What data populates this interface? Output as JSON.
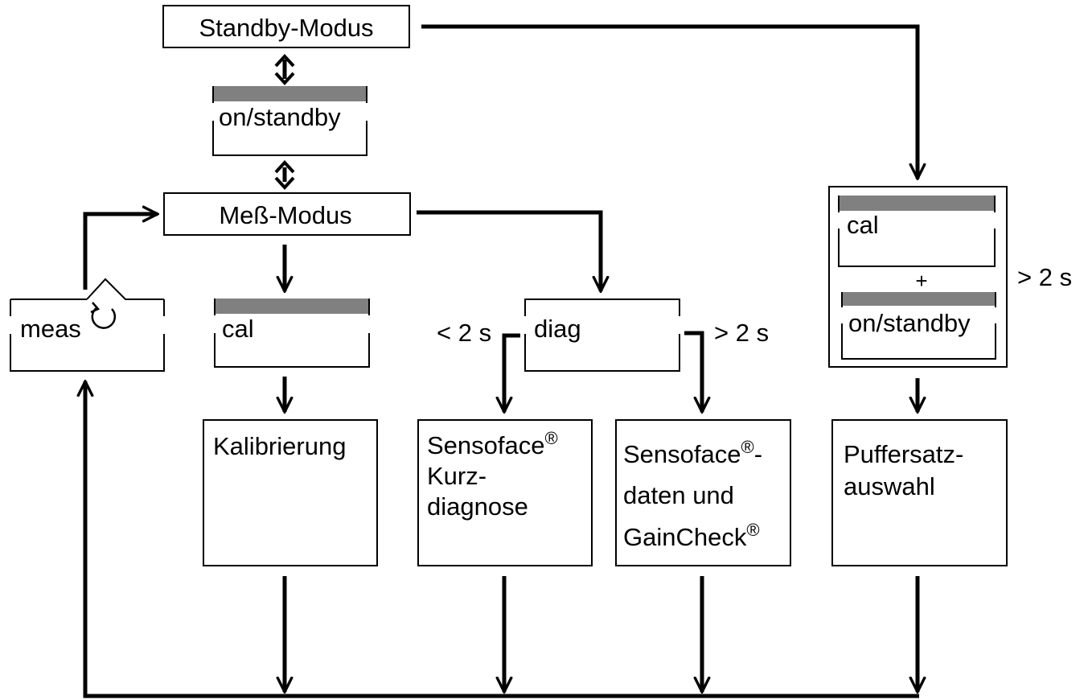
{
  "nodes": {
    "standby_mode": "Standby-Modus",
    "on_standby_key": "on/standby",
    "measure_mode": "Meß-Modus",
    "meas_key": "meas",
    "cal_key": "cal",
    "diag_key": "diag",
    "calibration": "Kalibrierung",
    "sensoface_short_1": "Sensoface",
    "sensoface_short_2": "Kurz-",
    "sensoface_short_3": "diagnose",
    "sensoface_data_1": "Sensoface",
    "sensoface_data_dash": "-",
    "sensoface_data_2": "daten und",
    "sensoface_data_3": "GainCheck",
    "buffer_1": "Puffersatz-",
    "buffer_2": "auswahl",
    "combo_cal": "cal",
    "combo_plus": "+",
    "combo_on_standby": "on/standby"
  },
  "symbols": {
    "registered": "®"
  },
  "timings": {
    "short_press": "< 2 s",
    "long_press": "> 2 s",
    "combo_press": "> 2 s"
  }
}
